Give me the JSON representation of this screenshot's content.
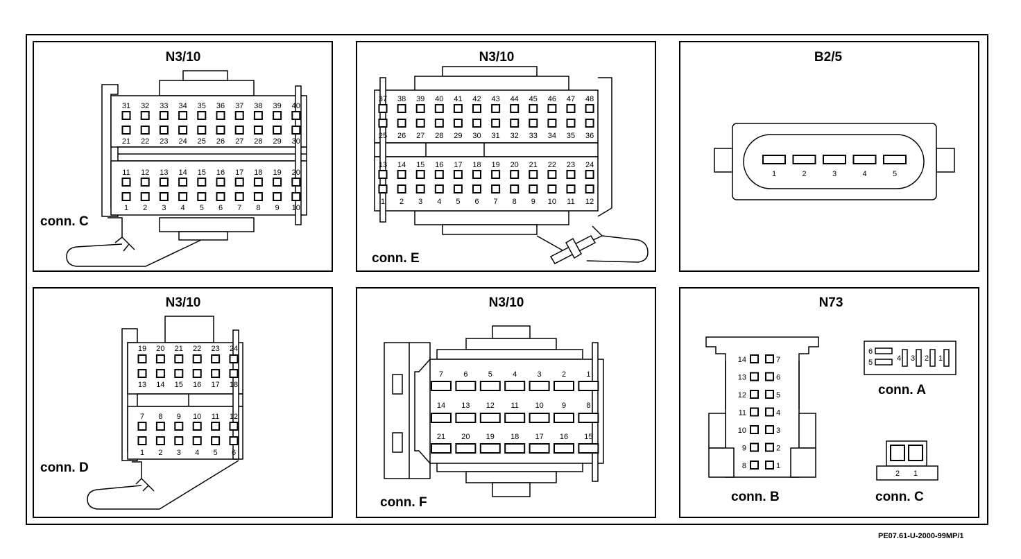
{
  "panels": {
    "p1": {
      "title": "N3/10",
      "conn_label": "conn. C"
    },
    "p2": {
      "title": "N3/10",
      "conn_label": "conn. E"
    },
    "p3": {
      "title": "B2/5"
    },
    "p4": {
      "title": "N3/10",
      "conn_label": "conn. D"
    },
    "p5": {
      "title": "N3/10",
      "conn_label": "conn. F"
    },
    "p6": {
      "title": "N73",
      "conn_labels": [
        "conn. A",
        "conn. B",
        "conn. C"
      ]
    }
  },
  "pins": {
    "c_top_row": [
      "31",
      "32",
      "33",
      "34",
      "35",
      "36",
      "37",
      "38",
      "39",
      "40"
    ],
    "c_row2": [
      "21",
      "22",
      "23",
      "24",
      "25",
      "26",
      "27",
      "28",
      "29",
      "30"
    ],
    "c_row3": [
      "11",
      "12",
      "13",
      "14",
      "15",
      "16",
      "17",
      "18",
      "19",
      "20"
    ],
    "c_bottom_row": [
      "1",
      "2",
      "3",
      "4",
      "5",
      "6",
      "7",
      "8",
      "9",
      "10"
    ],
    "e_top_row": [
      "37",
      "38",
      "39",
      "40",
      "41",
      "42",
      "43",
      "44",
      "45",
      "46",
      "47",
      "48"
    ],
    "e_row2": [
      "25",
      "26",
      "27",
      "28",
      "29",
      "30",
      "31",
      "32",
      "33",
      "34",
      "35",
      "36"
    ],
    "e_row3": [
      "13",
      "14",
      "15",
      "16",
      "17",
      "18",
      "19",
      "20",
      "21",
      "22",
      "23",
      "24"
    ],
    "e_bottom_row": [
      "1",
      "2",
      "3",
      "4",
      "5",
      "6",
      "7",
      "8",
      "9",
      "10",
      "11",
      "12"
    ],
    "b25": [
      "1",
      "2",
      "3",
      "4",
      "5"
    ],
    "d_top_row": [
      "19",
      "20",
      "21",
      "22",
      "23",
      "24"
    ],
    "d_row2": [
      "13",
      "14",
      "15",
      "16",
      "17",
      "18"
    ],
    "d_row3": [
      "7",
      "8",
      "9",
      "10",
      "11",
      "12"
    ],
    "d_bottom_row": [
      "1",
      "2",
      "3",
      "4",
      "5",
      "6"
    ],
    "f_row1": [
      "7",
      "6",
      "5",
      "4",
      "3",
      "2",
      "1"
    ],
    "f_row2": [
      "14",
      "13",
      "12",
      "11",
      "10",
      "9",
      "8"
    ],
    "f_row3": [
      "21",
      "20",
      "19",
      "18",
      "17",
      "16",
      "15"
    ],
    "n73_b_left": [
      "14",
      "13",
      "12",
      "11",
      "10",
      "9",
      "8"
    ],
    "n73_b_right": [
      "7",
      "6",
      "5",
      "4",
      "3",
      "2",
      "1"
    ],
    "n73_a": [
      "6",
      "5",
      "4",
      "3",
      "2",
      "1"
    ],
    "n73_c": [
      "2",
      "1"
    ]
  },
  "reference_code": "PE07.61-U-2000-99MP/1"
}
